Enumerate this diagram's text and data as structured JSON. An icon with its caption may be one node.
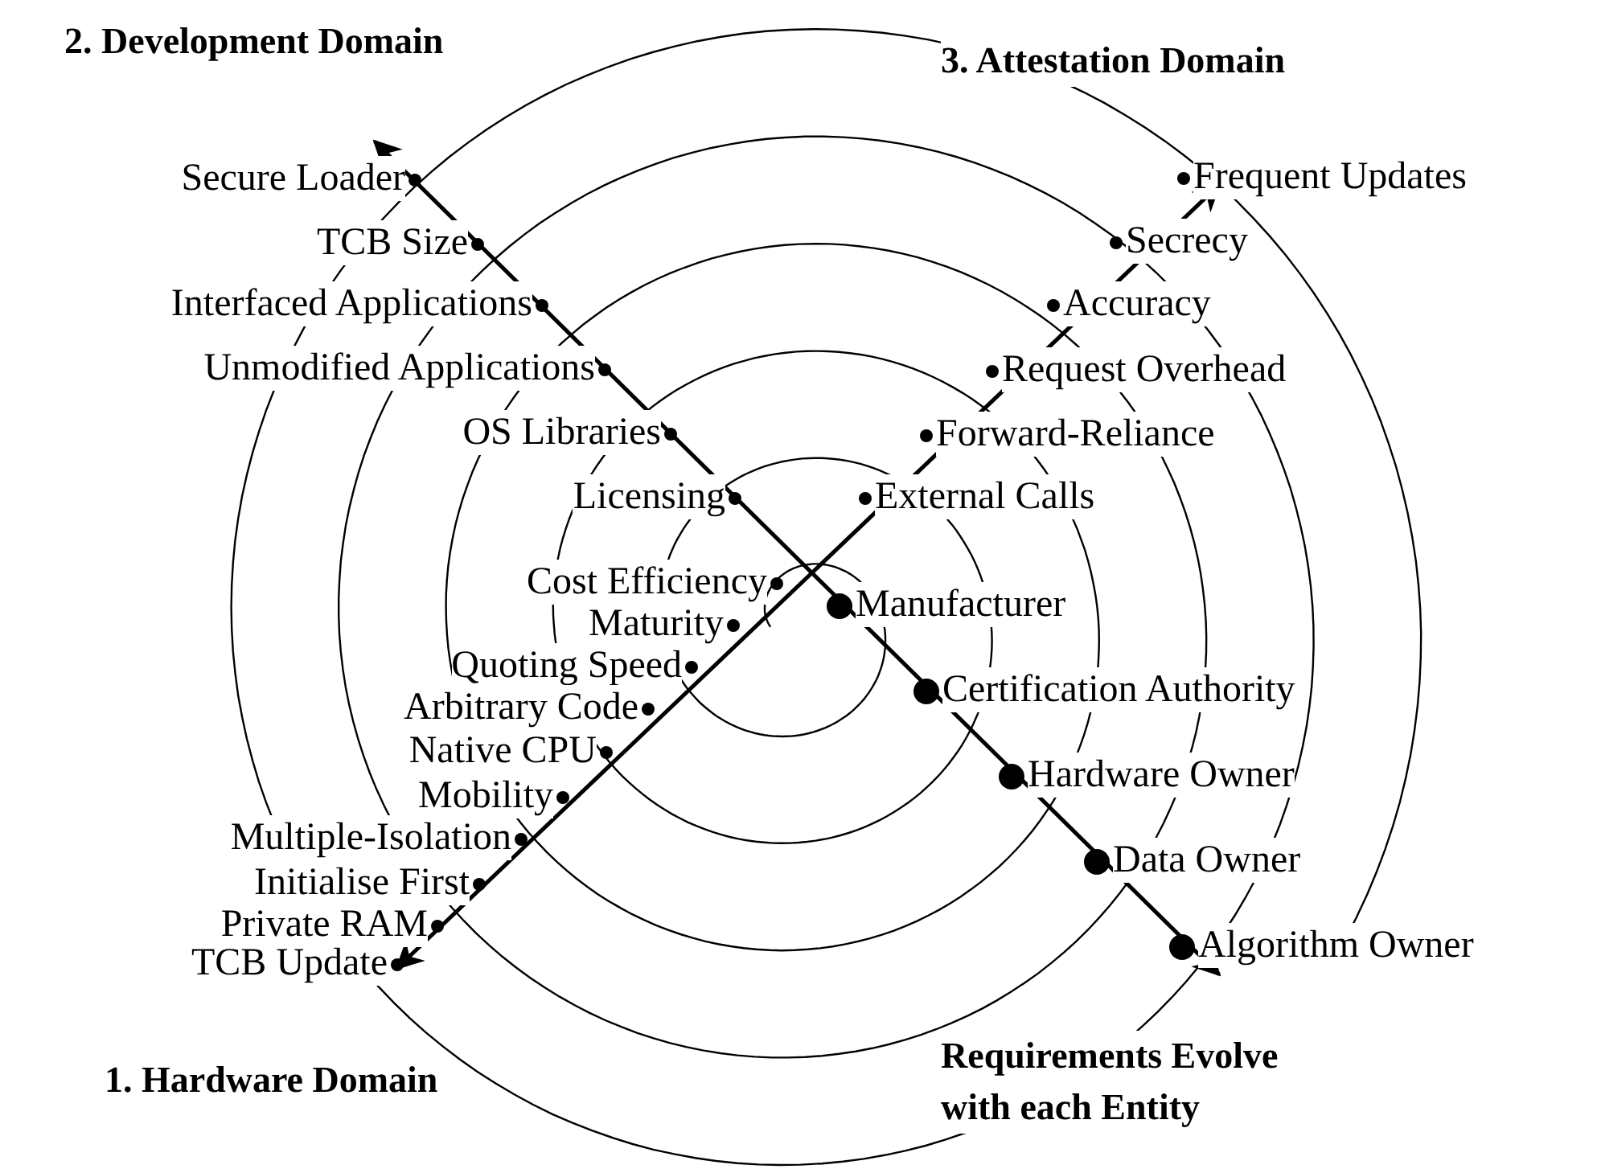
{
  "diagram": {
    "labels": [
      "2. Development Domain",
      "3. Attestation Domain",
      "Secure Loader",
      "Frequent Updates",
      "TCB Size",
      "Secrecy",
      "Interfaced Applications",
      "Accuracy",
      "Unmodified Applications",
      "Request Overhead",
      "OS Libraries",
      "Forward-Reliance",
      "Licensing",
      "External Calls",
      "Cost Efficiency",
      "Manufacturer",
      "Maturity",
      "Quoting Speed",
      "Arbitrary Code",
      "Certification Authority",
      "Native CPU",
      "Hardware Owner",
      "Mobility",
      "Multiple-Isolation",
      "Data Owner",
      "Initialise First",
      "Private RAM",
      "Algorithm Owner",
      "TCB Update",
      "1. Hardware Domain",
      "Requirements Evolve with each Entity"
    ]
  }
}
